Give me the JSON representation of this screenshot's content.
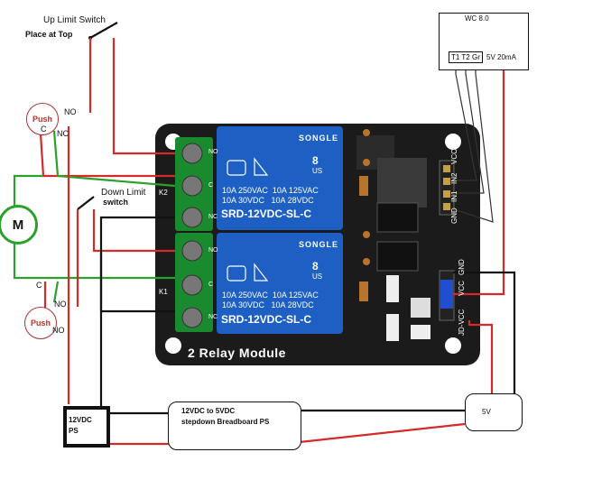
{
  "switches": {
    "up_limit": {
      "label": "Up Limit Switch",
      "note": "Place at Top"
    },
    "down_limit": {
      "label": "Down Limit",
      "note": "switch"
    }
  },
  "push_switches": {
    "top": {
      "label": "Push",
      "no": "NO",
      "c": "C",
      "nc": "NC"
    },
    "bottom": {
      "label": "Push",
      "no": "NO",
      "c": "C",
      "nc": "NO"
    }
  },
  "motor": {
    "label": "M"
  },
  "controller": {
    "title": "WC 8.0",
    "pins": [
      "T1",
      "T2",
      "Gr"
    ],
    "rating": "5V 20mA"
  },
  "relay_module": {
    "title": "2 Relay Module",
    "relays": [
      {
        "brand": "SONGLE",
        "ratings": [
          "10A 250VAC",
          "10A 125VAC",
          "10A 30VDC",
          "10A 28VDC"
        ],
        "model": "SRD-12VDC-SL-C"
      },
      {
        "brand": "SONGLE",
        "ratings": [
          "10A 250VAC",
          "10A 125VAC",
          "10A 30VDC",
          "10A 28VDC"
        ],
        "model": "SRD-12VDC-SL-C"
      }
    ],
    "terminal_labels": [
      "NO",
      "C",
      "NC",
      "NO",
      "C",
      "NC"
    ],
    "input_pins": [
      "VCC",
      "IN2",
      "IN1",
      "GND"
    ],
    "jd_pins": [
      "GND",
      "VCC",
      "JD-VCC"
    ],
    "channel_labels": [
      "K2",
      "K1"
    ],
    "relay_numbers": [
      "8",
      "8"
    ],
    "relay_suffix": "US"
  },
  "power": {
    "ps12": {
      "line1": "12VDC",
      "line2": "PS"
    },
    "stepdown": {
      "line1": "12VDC to 5VDC",
      "line2": "stepdown Breadboard PS"
    },
    "out5": {
      "label": "5V"
    }
  },
  "colors": {
    "red_wire": "#d42a2a",
    "black_wire": "#111111",
    "green_wire": "#2aa12a",
    "pcb": "#1b1b1b",
    "relay": "#1e5fc4",
    "terminal": "#1a8a2e",
    "jumper": "#1f4fd0"
  }
}
